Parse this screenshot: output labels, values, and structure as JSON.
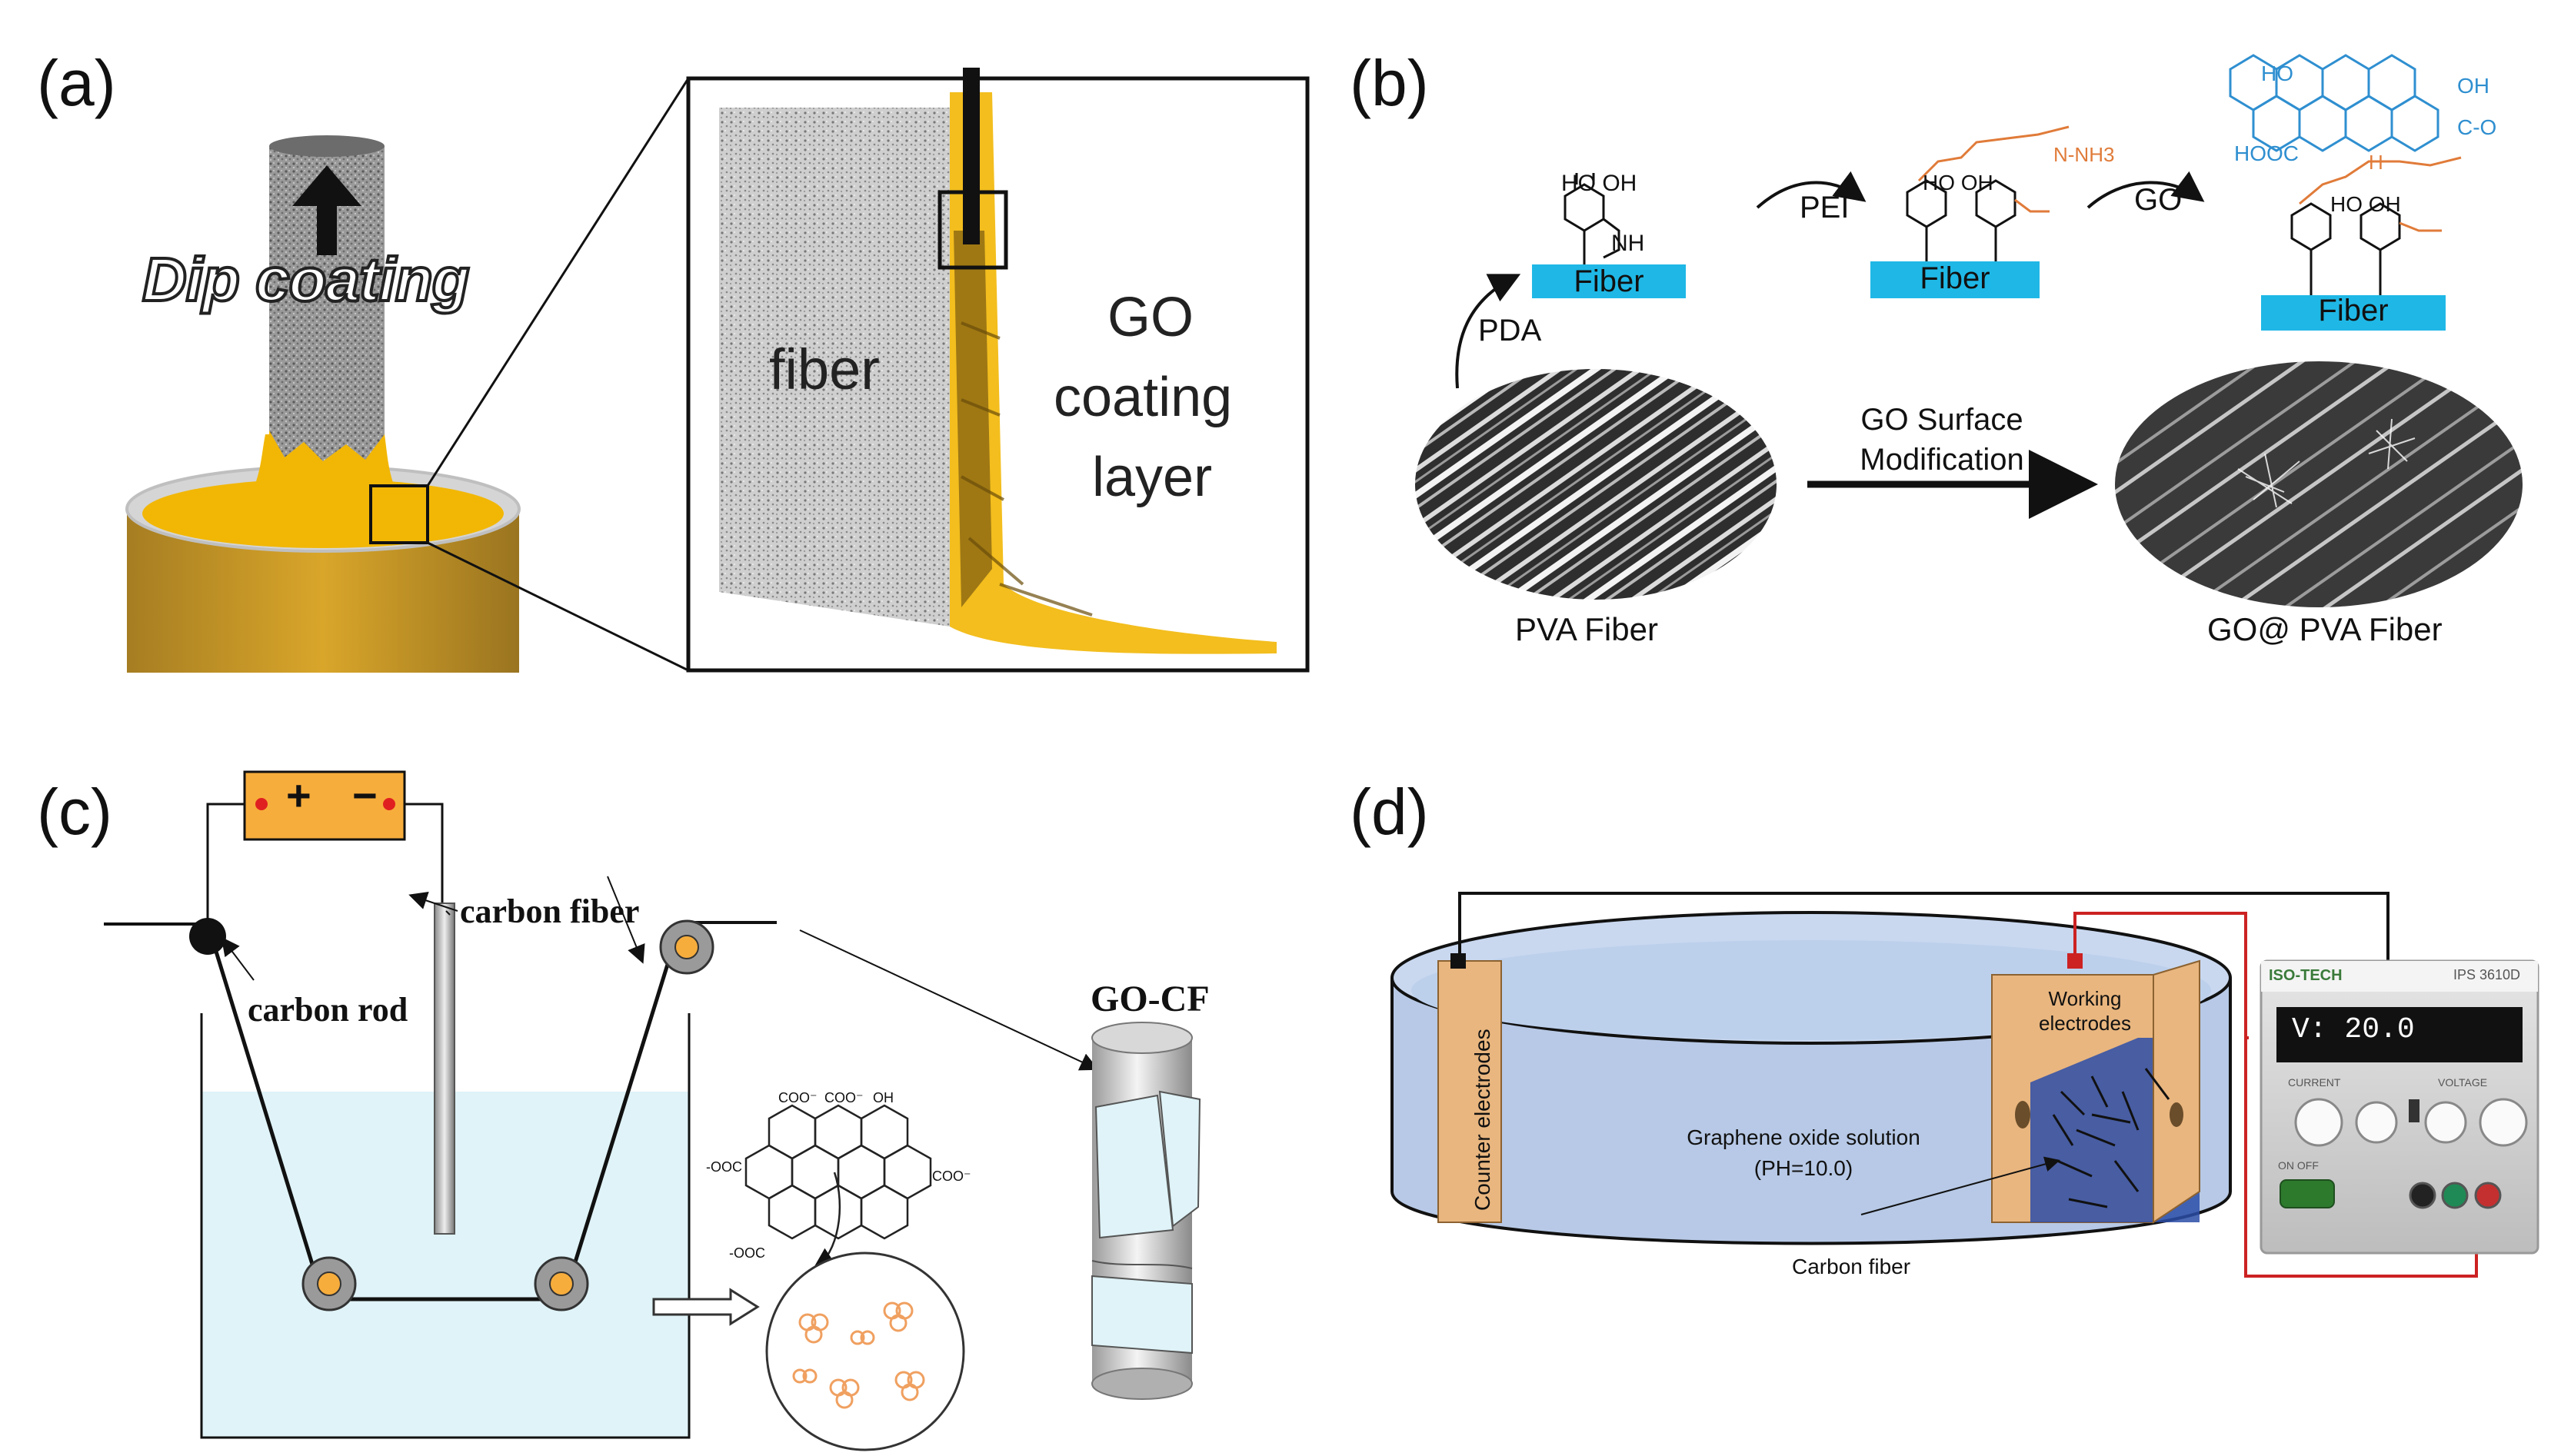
{
  "panels": {
    "a": {
      "label": "(a)",
      "dip_coating": "Dip coating",
      "fiber": "fiber",
      "go_coating_1": "GO",
      "go_coating_2": "coating",
      "go_coating_3": "layer"
    },
    "b": {
      "label": "(b)",
      "fiber_1": "Fiber",
      "fiber_2": "Fiber",
      "fiber_3": "Fiber",
      "pei": "PEI",
      "go": "GO",
      "pda": "PDA",
      "hooh": "HO OH",
      "nh": "NH",
      "surface_mod_1": "GO Surface",
      "surface_mod_2": "Modification",
      "pva_fiber": "PVA Fiber",
      "go_pva_fiber": "GO@ PVA Fiber",
      "chem_ho": "HO",
      "chem_oh": "OH",
      "chem_hooc": "HOOC",
      "chem_cooh": "C-O",
      "chem_nh3": "N-NH3",
      "chem_h": "H"
    },
    "c": {
      "label": "(c)",
      "plus": "+",
      "minus": "−",
      "carbon_fiber": "carbon fiber",
      "carbon_rod": "carbon rod",
      "go_cf": "GO-CF",
      "coo_1": "COO⁻",
      "coo_2": "COO⁻",
      "oh": "OH",
      "coo_3": "-OOC",
      "coo_4": "COO⁻",
      "coo_5": "-OOC"
    },
    "d": {
      "label": "(d)",
      "working_electrodes_1": "Working",
      "working_electrodes_2": "electrodes",
      "counter_electrodes": "Counter electrodes",
      "graphene_solution_1": "Graphene oxide solution",
      "graphene_solution_2": "(PH=10.0)",
      "carbon_fiber": "Carbon fiber",
      "display": "V: 20.0",
      "brand": "ISO-TECH",
      "model": "IPS 3610D",
      "current": "CURRENT",
      "voltage": "VOLTAGE",
      "on_off": "ON  OFF"
    }
  },
  "colors": {
    "gold": "#f2b705",
    "fiber_gray": "#8c8c8c",
    "cyan": "#1fb8e6",
    "orange": "#e07b39",
    "blue_chem": "#2f8fd0",
    "battery": "#f7ad3c",
    "water": "#dff3f8",
    "solution": "#b7c9e6",
    "electrode": "#e9b67f",
    "red_wire": "#cc2222"
  }
}
